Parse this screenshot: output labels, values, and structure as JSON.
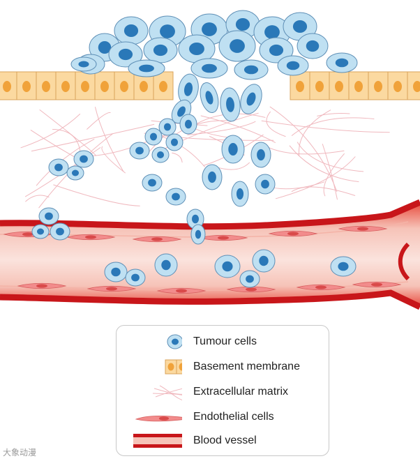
{
  "legend": {
    "items": [
      {
        "key": "tumour",
        "label": "Tumour cells"
      },
      {
        "key": "membrane",
        "label": "Basement membrane"
      },
      {
        "key": "ecm",
        "label": "Extracellular matrix"
      },
      {
        "key": "endothelial",
        "label": "Endothelial cells"
      },
      {
        "key": "vessel",
        "label": "Blood vessel"
      }
    ]
  },
  "watermark": {
    "text": "大象动漫"
  },
  "colors": {
    "tumour_fill": "#bfe0f2",
    "tumour_nucleus": "#2a78b8",
    "tumour_outline": "#5e8fb6",
    "membrane_fill": "#fbd9a0",
    "membrane_nucleus": "#f0a23a",
    "ecm": "#f0b8be",
    "vessel_wall": "#d42020",
    "vessel_lumen": "#f7c9c1",
    "endothelial": "#f28c8c"
  }
}
